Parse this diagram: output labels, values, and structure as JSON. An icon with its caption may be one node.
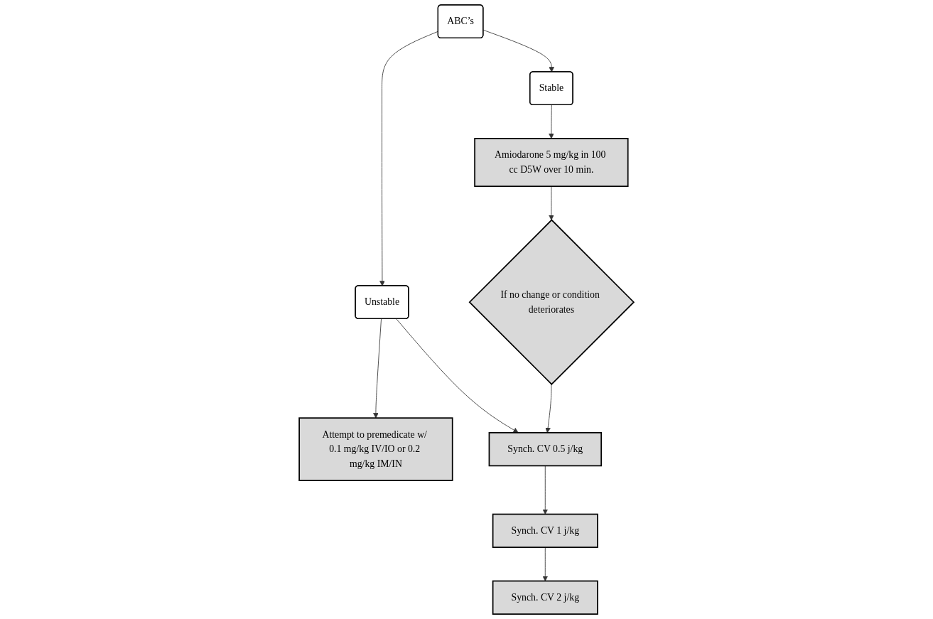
{
  "diagram": {
    "nodes": [
      {
        "text": [
          "ABC’s"
        ]
      },
      {
        "text": [
          "Stable"
        ]
      },
      {
        "text": [
          "Unstable"
        ]
      },
      {
        "text": [
          "Amiodarone 5 mg/kg in 100 cc D5W over 10 min."
        ]
      },
      {
        "text": [
          "If no change or condition deteriorates"
        ]
      },
      {
        "text": [
          "Attempt to premedicate w/ 0.1 mg/kg IV/IO or 0.2 mg/kg IM/IN"
        ]
      },
      {
        "text": [
          "Synch. CV 0.5 j/kg"
        ]
      },
      {
        "text": [
          "Synch. CV 1 j/kg"
        ]
      },
      {
        "text": [
          "Synch. CV 2 j/kg"
        ]
      }
    ],
    "edges": [
      {
        "from": 0,
        "to": 1,
        "arrow": "to"
      },
      {
        "from": 0,
        "to": 2,
        "arrow": "to"
      },
      {
        "from": 1,
        "to": 3,
        "arrow": "to"
      },
      {
        "from": 3,
        "to": 4,
        "arrow": "to"
      },
      {
        "from": 4,
        "to": 6,
        "arrow": "to"
      },
      {
        "from": 2,
        "to": 5,
        "arrow": "to"
      },
      {
        "from": 2,
        "to": 6,
        "arrow": "to"
      },
      {
        "from": 6,
        "to": 7,
        "arrow": "to"
      },
      {
        "from": 7,
        "to": 8,
        "arrow": "to"
      }
    ]
  }
}
